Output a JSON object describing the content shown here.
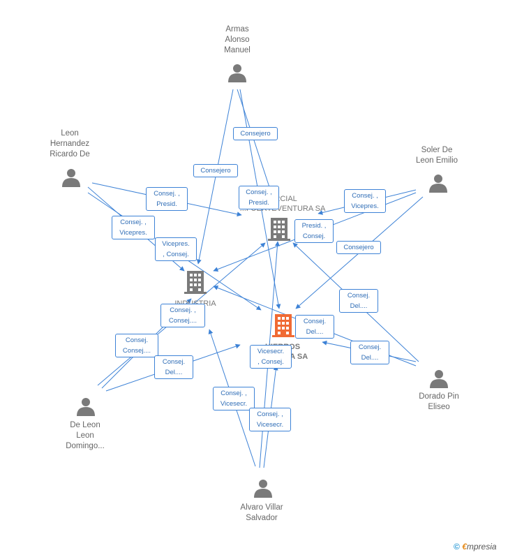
{
  "people": [
    {
      "id": "armas",
      "lines": [
        "Armas",
        "Alonso",
        "Manuel"
      ]
    },
    {
      "id": "leon-hernandez",
      "lines": [
        "Leon",
        "Hernandez",
        "Ricardo De"
      ]
    },
    {
      "id": "soler",
      "lines": [
        "Soler De",
        "Leon Emilio"
      ]
    },
    {
      "id": "dorado",
      "lines": [
        "Dorado Pin",
        "Eliseo"
      ]
    },
    {
      "id": "de-leon",
      "lines": [
        "De Leon",
        "Leon",
        "Domingo..."
      ]
    },
    {
      "id": "alvaro",
      "lines": [
        "Alvaro Villar",
        "Salvador"
      ]
    }
  ],
  "companies": [
    {
      "id": "comercial",
      "lines": [
        "...RCIAL",
        "...FUERTEVENTURA SA"
      ]
    },
    {
      "id": "industria",
      "lines": [
        "INDUSTRIA",
        "...",
        "..."
      ]
    },
    {
      "id": "hierros",
      "lines": [
        "HIERROS",
        "FU...TURA SA"
      ]
    }
  ],
  "edge_labels": [
    {
      "id": "e1",
      "lines": [
        "Consejero"
      ]
    },
    {
      "id": "e2",
      "lines": [
        "Consejero"
      ]
    },
    {
      "id": "e3",
      "lines": [
        "Consej. ,",
        "Presid."
      ]
    },
    {
      "id": "e4",
      "lines": [
        "Consej. ,",
        "Presid."
      ]
    },
    {
      "id": "e5",
      "lines": [
        "Consej. ,",
        "Vicepres."
      ]
    },
    {
      "id": "e6",
      "lines": [
        "Consej. ,",
        "Vicepres."
      ]
    },
    {
      "id": "e7",
      "lines": [
        "Presid. ,",
        "Consej."
      ]
    },
    {
      "id": "e8",
      "lines": [
        "Vicepres.",
        ", Consej."
      ]
    },
    {
      "id": "e9",
      "lines": [
        "Consejero"
      ]
    },
    {
      "id": "e10",
      "lines": [
        "Consej.",
        "Del...."
      ]
    },
    {
      "id": "e11",
      "lines": [
        "Consej. ,",
        "Consej...."
      ]
    },
    {
      "id": "e12",
      "lines": [
        "Consej.",
        "Del...."
      ]
    },
    {
      "id": "e13",
      "lines": [
        "Consej.",
        "Del...."
      ]
    },
    {
      "id": "e14",
      "lines": [
        "Consej.",
        "Consej...."
      ]
    },
    {
      "id": "e15",
      "lines": [
        "Consej.",
        "Del...."
      ]
    },
    {
      "id": "e16",
      "lines": [
        "Vicesecr.",
        ", Consej."
      ]
    },
    {
      "id": "e17",
      "lines": [
        "Consej. ,",
        "Vicesecr."
      ]
    },
    {
      "id": "e18",
      "lines": [
        "Consej. ,",
        "Vicesecr."
      ]
    }
  ],
  "colors": {
    "edge": "#3d82d6",
    "person": "#7a7a7a",
    "company": "#7a7a7a",
    "focus_company": "#f06a34"
  },
  "copyright": {
    "symbol": "©",
    "e": "€",
    "brand": "mpresia"
  }
}
